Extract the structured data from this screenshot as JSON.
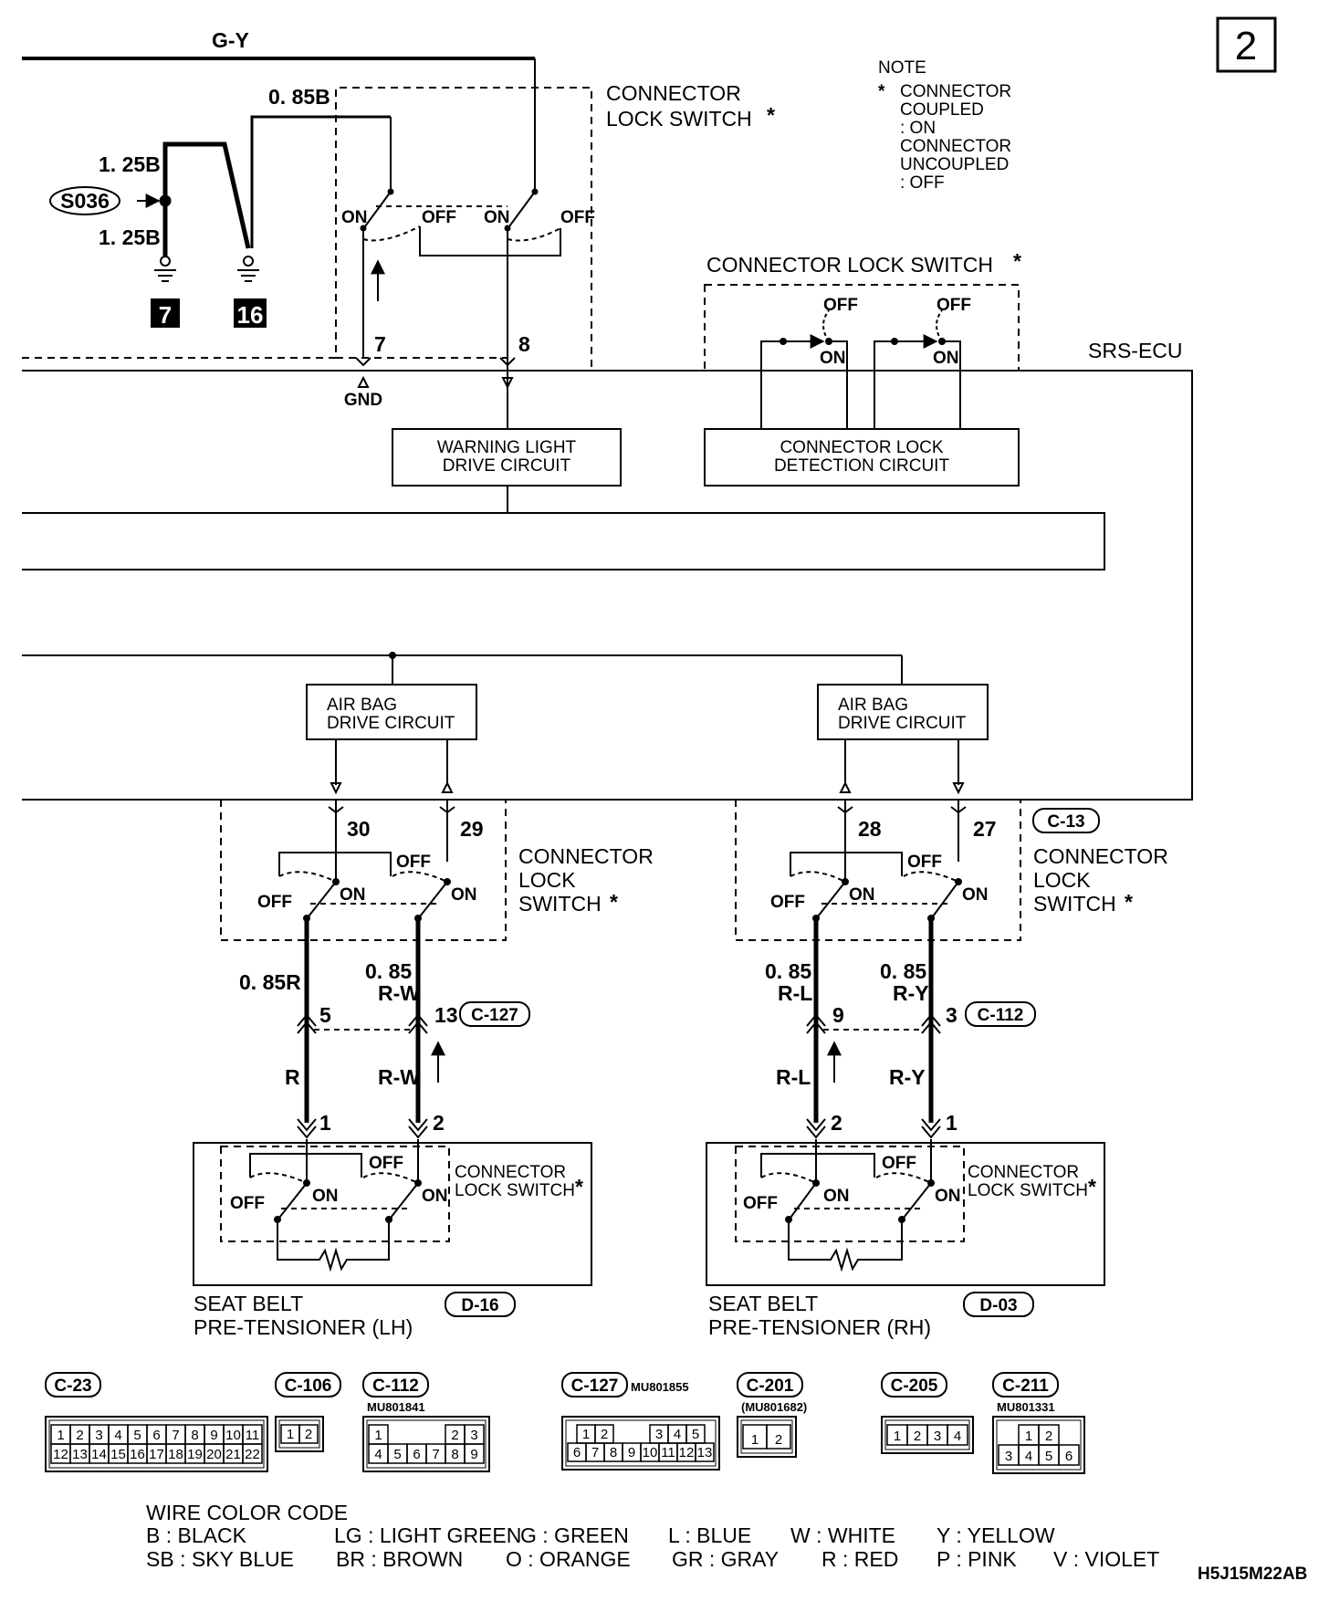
{
  "page_number": "2",
  "note": {
    "heading": "NOTE",
    "star": "*",
    "lines": [
      "CONNECTOR",
      "COUPLED",
      ": ON",
      "CONNECTOR",
      "UNCOUPLED",
      ": OFF"
    ]
  },
  "wires": {
    "g_y": "G-Y",
    "w_085b": "0. 85B",
    "w_125b_top": "1. 25B",
    "w_125b_bot": "1. 25B",
    "w_085r": "0. 85R",
    "w_085_rw_1": "0. 85",
    "w_085_rw_2": "R-W",
    "w_085_rl_1": "0. 85",
    "w_085_rl_2": "R-L",
    "w_085_ry_1": "0. 85",
    "w_085_ry_2": "R-Y",
    "r": "R",
    "rw": "R-W",
    "rl": "R-L",
    "ry": "R-Y"
  },
  "splice": "S036",
  "grounds": [
    "7",
    "16"
  ],
  "switch_states": {
    "on": "ON",
    "off": "OFF",
    "gnd": "GND"
  },
  "labels": {
    "cls_top": [
      "CONNECTOR",
      "LOCK SWITCH"
    ],
    "cls_mid": "CONNECTOR LOCK SWITCH",
    "cls_left": [
      "CONNECTOR",
      "LOCK",
      "SWITCH"
    ],
    "cls_right": [
      "CONNECTOR",
      "LOCK",
      "SWITCH"
    ],
    "cls_small": [
      "CONNECTOR",
      "LOCK SWITCH"
    ],
    "star": "*",
    "srs_ecu": "SRS-ECU",
    "warning": [
      "WARNING LIGHT",
      "DRIVE CIRCUIT"
    ],
    "detect": [
      "CONNECTOR LOCK",
      "DETECTION CIRCUIT"
    ],
    "airbag": [
      "AIR BAG",
      "DRIVE CIRCUIT"
    ],
    "pretensioner_lh": [
      "SEAT BELT",
      "PRE-TENSIONER (LH)"
    ],
    "pretensioner_rh": [
      "SEAT BELT",
      "PRE-TENSIONER (RH)"
    ]
  },
  "pins": {
    "p7": "7",
    "p8": "8",
    "p30": "30",
    "p29": "29",
    "p28": "28",
    "p27": "27",
    "p5": "5",
    "p13": "13",
    "p9": "9",
    "p3": "3",
    "p1a": "1",
    "p2a": "2",
    "p2b": "2",
    "p1b": "1"
  },
  "connectors": {
    "c13": "C-13",
    "c127": "C-127",
    "c112": "C-112",
    "d16": "D-16",
    "d03": "D-03"
  },
  "connector_table": [
    {
      "id": "C-23",
      "part": "",
      "rows": [
        [
          "1",
          "2",
          "3",
          "4",
          "5",
          "6",
          "7",
          "8",
          "9",
          "10",
          "11"
        ],
        [
          "12",
          "13",
          "14",
          "15",
          "16",
          "17",
          "18",
          "19",
          "20",
          "21",
          "22"
        ]
      ]
    },
    {
      "id": "C-106",
      "part": "",
      "rows": [
        [
          "1",
          "2"
        ]
      ]
    },
    {
      "id": "C-112",
      "part": "MU801841",
      "rows": [
        [
          "1",
          "",
          "",
          "",
          "2",
          "3"
        ],
        [
          "4",
          "5",
          "6",
          "7",
          "8",
          "9"
        ]
      ]
    },
    {
      "id": "C-127",
      "part": "MU801855",
      "rows": [
        [
          "1",
          "2",
          "",
          "",
          "3",
          "4",
          "5"
        ],
        [
          "6",
          "7",
          "8",
          "9",
          "10",
          "11",
          "12",
          "13"
        ]
      ]
    },
    {
      "id": "C-201",
      "part": "(MU801682)",
      "rows": [
        [
          "1",
          "2"
        ]
      ]
    },
    {
      "id": "C-205",
      "part": "",
      "rows": [
        [
          "1",
          "2",
          "3",
          "4"
        ]
      ]
    },
    {
      "id": "C-211",
      "part": "MU801331",
      "rows": [
        [
          "1",
          "2"
        ],
        [
          "3",
          "4",
          "5",
          "6"
        ]
      ]
    }
  ],
  "wire_color_code": {
    "title": "WIRE COLOR CODE",
    "row1": [
      "B : BLACK",
      "LG : LIGHT GREEN",
      "G : GREEN",
      "L : BLUE",
      "W : WHITE",
      "Y : YELLOW"
    ],
    "row2": [
      "SB : SKY BLUE",
      "BR : BROWN",
      "O : ORANGE",
      "GR : GRAY",
      "R : RED",
      "P : PINK",
      "V : VIOLET"
    ]
  },
  "diagram_code": "H5J15M22AB"
}
